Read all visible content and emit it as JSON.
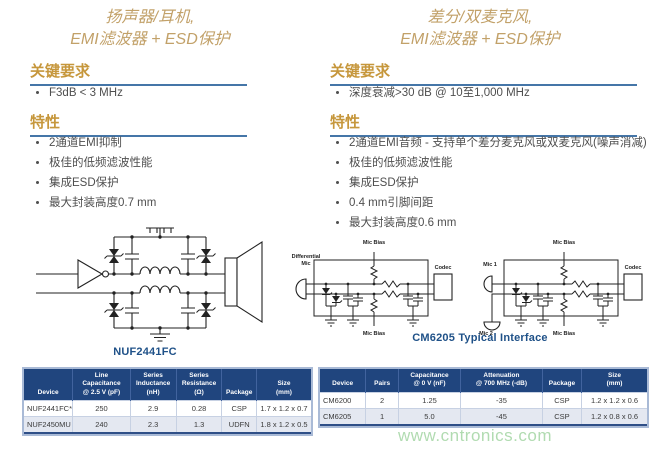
{
  "left": {
    "title": "扬声器/耳机,\nEMI滤波器 + ESD保护",
    "key_req_heading": "关键要求",
    "key_requirements": [
      "F3dB < 3 MHz"
    ],
    "features_heading": "特性",
    "features": [
      "2通道EMI抑制",
      "极佳的低频滤波性能",
      "集成ESD保护",
      "最大封装高度0.7 mm"
    ],
    "schematic_caption": "NUF2441FC",
    "table": {
      "headers": [
        "Device",
        "Line\nCapacitance\n@ 2.5 V (pF)",
        "Series\nInductance\n(nH)",
        "Series\nResistance\n(Ω)",
        "Package",
        "Size\n(mm)"
      ],
      "rows": [
        [
          "NUF2441FC*",
          "250",
          "2.9",
          "0.28",
          "CSP",
          "1.7 x 1.2 x 0.7"
        ],
        [
          "NUF2450MU",
          "240",
          "2.3",
          "1.3",
          "UDFN",
          "1.8 x 1.2 x 0.5"
        ]
      ]
    }
  },
  "right": {
    "title": "差分/双麦克风,\nEMI滤波器 + ESD保护",
    "key_req_heading": "关键要求",
    "key_requirements": [
      "深度衰减>30 dB @ 10至1,000 MHz"
    ],
    "features_heading": "特性",
    "features": [
      "2通道EMI音频 - 支持单个差分麦克风或双麦克风(噪声消减)",
      "极佳的低频滤波性能",
      "集成ESD保护",
      "0.4 mm引脚间距",
      "最大封装高度0.6 mm"
    ],
    "schematic_caption": "CM6205 Typical Interface",
    "schematic_labels": {
      "differential_mic": "Differential\nMic",
      "mic1": "Mic 1",
      "mic2": "Mic 2",
      "mic_bias": "Mic Bias",
      "codec": "Codec"
    },
    "table": {
      "headers": [
        "Device",
        "Pairs",
        "Capacitance\n@ 0 V (nF)",
        "Attenuation\n@ 700 MHz (-dB)",
        "Package",
        "Size\n(mm)"
      ],
      "rows": [
        [
          "CM6200",
          "2",
          "1.25",
          "-35",
          "CSP",
          "1.2 x 1.2 x 0.6"
        ],
        [
          "CM6205",
          "1",
          "5.0",
          "-45",
          "CSP",
          "1.2 x 0.8 x 0.6"
        ]
      ]
    }
  },
  "watermark": "www.cntronics.com",
  "colors": {
    "title_gold": "#C2A169",
    "heading_gold": "#C6973C",
    "heading_underline_blue": "#4576A8",
    "caption_blue": "#1F5188",
    "table_header_navy": "#20457E",
    "table_alt_row": "#E4E8F1",
    "watermark_green": "#A9D8A9"
  }
}
